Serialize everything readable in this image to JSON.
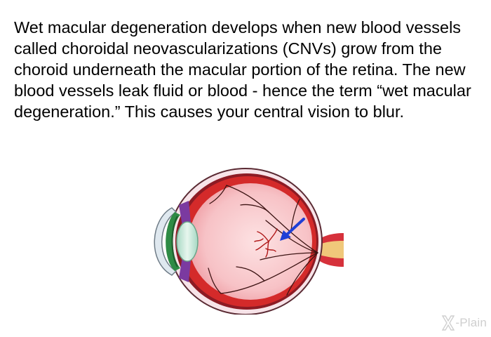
{
  "article": {
    "paragraph": "Wet macular degeneration develops when new blood vessels called choroidal neovascularizations (CNVs) grow from the choroid underneath the macular portion of the retina. The new blood vessels leak fluid or blood - hence the term “wet macular degeneration.” This causes your central vision to blur."
  },
  "illustration": {
    "subject": "eye cross-section with choroidal neovascularization",
    "arrow_color": "#1f3fd6",
    "vessel_color": "#b01818",
    "retina_color": "#d42a2a",
    "vitreous_color": "#f7c9cc"
  },
  "brand": {
    "logo_text": "-Plain",
    "logo_mark": "X"
  },
  "colors": {
    "text": "#000000",
    "background": "#ffffff",
    "logo": "#cfcfcf"
  }
}
